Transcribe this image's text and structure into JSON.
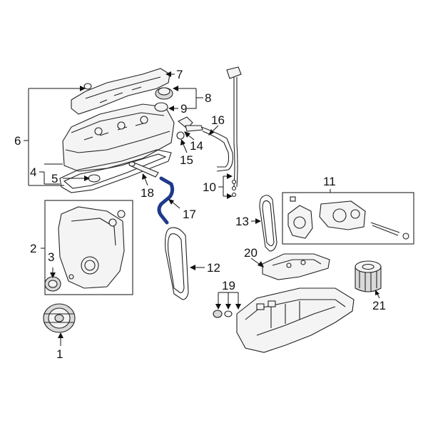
{
  "diagram": {
    "callouts": {
      "c1": "1",
      "c2": "2",
      "c3": "3",
      "c4": "4",
      "c5": "5",
      "c6": "6",
      "c7": "7",
      "c8": "8",
      "c9": "9",
      "c10": "10",
      "c11": "11",
      "c12": "12",
      "c13": "13",
      "c14": "14",
      "c15": "15",
      "c16": "16",
      "c17": "17",
      "c18": "18",
      "c19": "19",
      "c20": "20",
      "c21": "21"
    },
    "colors": {
      "line": "#222222",
      "highlight": "#1f3a8a",
      "background": "#ffffff"
    }
  }
}
